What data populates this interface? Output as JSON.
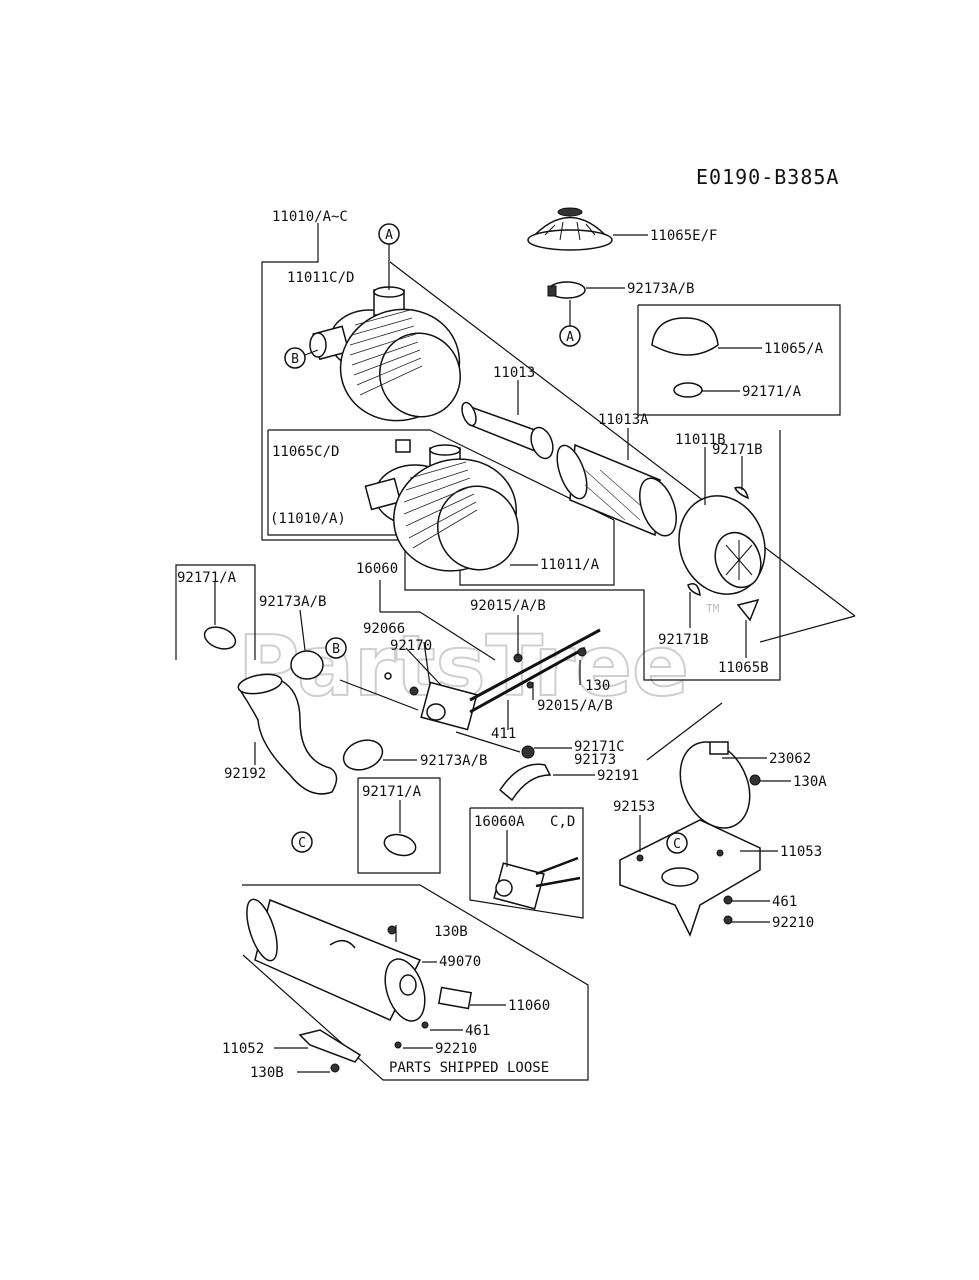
{
  "diagram_code": "E0190-B385A",
  "watermark": "PartsTree",
  "trademark": "TM",
  "notes": {
    "shipped_loose": "PARTS SHIPPED LOOSE"
  },
  "callouts": [
    "A",
    "A",
    "B",
    "B",
    "C",
    "C"
  ],
  "parts": [
    "11010/A~C",
    "11011C/D",
    "11065E/F",
    "92173A/B",
    "11065/A",
    "92171/A",
    "11013",
    "11013A",
    "92171B",
    "11011B",
    "11065C/D",
    "(11010/A)",
    "11011/A",
    "92171B",
    "11065B",
    "16060",
    "92015/A/B",
    "92066",
    "92170",
    "130",
    "92015/A/B",
    "411",
    "92171/A",
    "92173A/B",
    "92192",
    "92173A/B",
    "92171C",
    "92173",
    "92191",
    "92171/A",
    "23062",
    "130A",
    "92153",
    "11053",
    "16060A",
    "C,D",
    "461",
    "92210",
    "130B",
    "49070",
    "11060",
    "461",
    "11052",
    "92210",
    "130B"
  ]
}
